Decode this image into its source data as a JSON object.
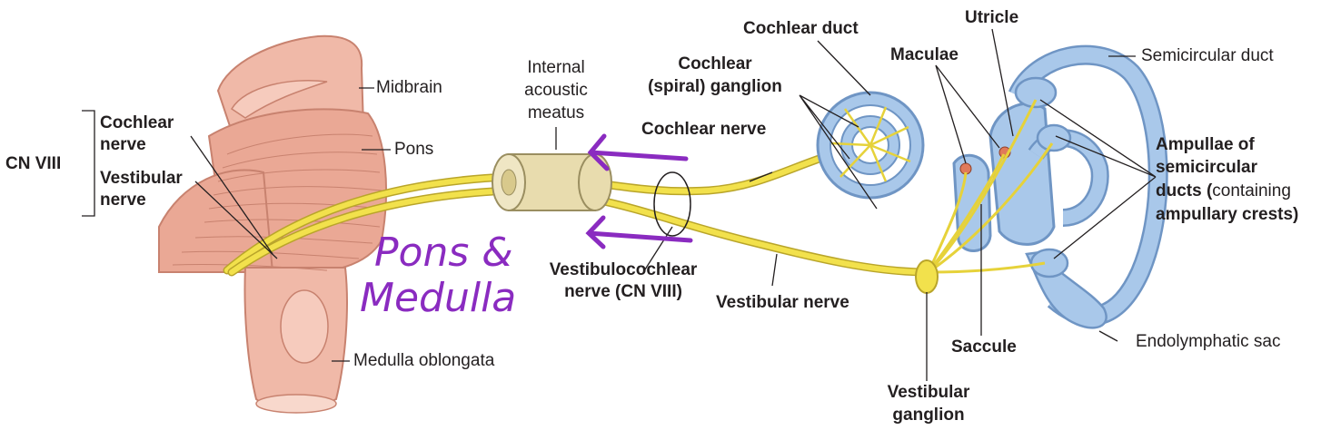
{
  "labels": {
    "cn_viii": "CN VIII",
    "cochlear_nerve_left": [
      "Cochlear",
      "nerve"
    ],
    "vestibular_nerve_left": [
      "Vestibular",
      "nerve"
    ],
    "midbrain": "Midbrain",
    "pons": "Pons",
    "medulla_oblongata": "Medulla oblongata",
    "internal_acoustic_meatus": [
      "Internal",
      "acoustic",
      "meatus"
    ],
    "cochlear_nerve": "Cochlear nerve",
    "vestibulocochlear_nerve": [
      "Vestibulocochlear",
      "nerve (CN VIII)"
    ],
    "vestibular_nerve": "Vestibular nerve",
    "cochlear_duct": "Cochlear duct",
    "cochlear_spiral_ganglion": [
      "Cochlear",
      "(spiral) ganglion"
    ],
    "maculae": "Maculae",
    "utricle": "Utricle",
    "semicircular_duct": "Semicircular duct",
    "ampullae": {
      "line1": "Ampullae of",
      "line2": "semicircular",
      "line3_bold": "ducts (",
      "line3_normal": "containing",
      "line4": "ampullary crests)"
    },
    "saccule": "Saccule",
    "endolymphatic_sac": "Endolymphatic sac",
    "vestibular_ganglion": [
      "Vestibular",
      "ganglion"
    ]
  },
  "handwriting": {
    "line1": "Pons &",
    "line2": "Medulla"
  },
  "colors": {
    "brainstem": "#f0b9a8",
    "brainstem_dark": "#d98a7a",
    "nerve": "#f2e14c",
    "nerve_outline": "#b9a52a",
    "labyrinth": "#a9c8ea",
    "labyrinth_dark": "#6f95c4",
    "meatus": "#e8dcae",
    "macula": "#e07a5a",
    "annotation": "#8a2bc0"
  }
}
